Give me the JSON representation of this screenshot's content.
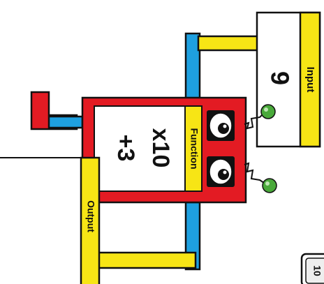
{
  "machine": {
    "input": {
      "label": "Input",
      "value": "9"
    },
    "function": {
      "label": "Function",
      "operations": [
        "x10",
        "+3"
      ]
    },
    "output": {
      "label": "Output",
      "value": ""
    },
    "corner_badge": "10"
  },
  "colors": {
    "yellow": "#f7e515",
    "blue": "#1ea0e0",
    "red": "#e31b23",
    "green": "#49a93a",
    "black": "#111111",
    "white": "#ffffff"
  }
}
